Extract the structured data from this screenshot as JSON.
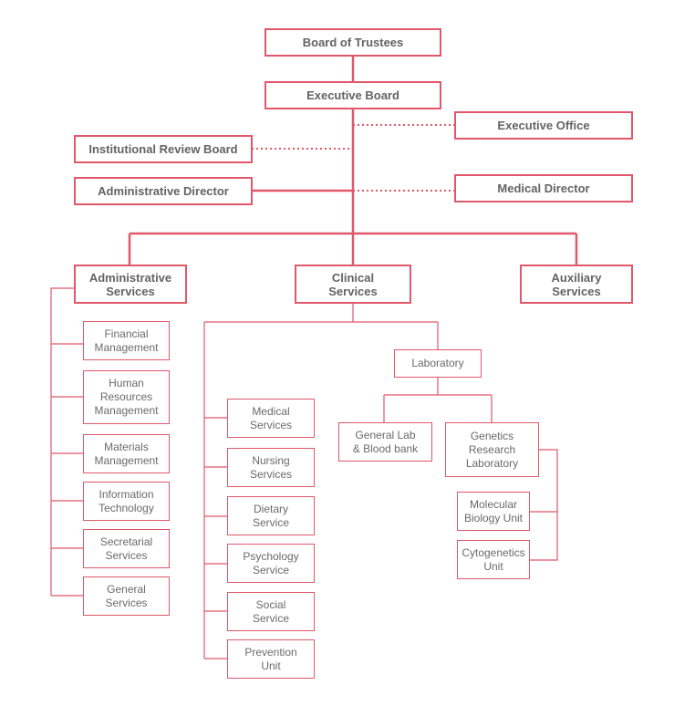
{
  "nodes": {
    "board_of_trustees": "Board of Trustees",
    "executive_board": "Executive Board",
    "executive_office": "Executive Office",
    "institutional_review_board": "Institutional Review Board",
    "administrative_director": "Administrative Director",
    "medical_director": "Medical Director",
    "administrative_services": "Administrative\nServices",
    "clinical_services": "Clinical\nServices",
    "auxiliary_services": "Auxiliary\nServices",
    "financial_management": "Financial\nManagement",
    "human_resources_management": "Human\nResources\nManagement",
    "materials_management": "Materials\nManagement",
    "information_technology": "Information\nTechnology",
    "secretarial_services": "Secretarial\nServices",
    "general_services": "General\nServices",
    "medical_services": "Medical\nServices",
    "nursing_services": "Nursing\nServices",
    "dietary_service": "Dietary\nService",
    "psychology_service": "Psychology\nService",
    "social_service": "Social\nService",
    "prevention_unit": "Prevention\nUnit",
    "laboratory": "Laboratory",
    "general_lab_blood_bank": "General Lab\n& Blood bank",
    "genetics_research_laboratory": "Genetics\nResearch\nLaboratory",
    "molecular_biology_unit": "Molecular\nBiology Unit",
    "cytogenetics_unit": "Cytogenetics\nUnit"
  },
  "colors": {
    "accent": "#e0586a",
    "text": "#6a6a6a",
    "background": "#ffffff"
  }
}
